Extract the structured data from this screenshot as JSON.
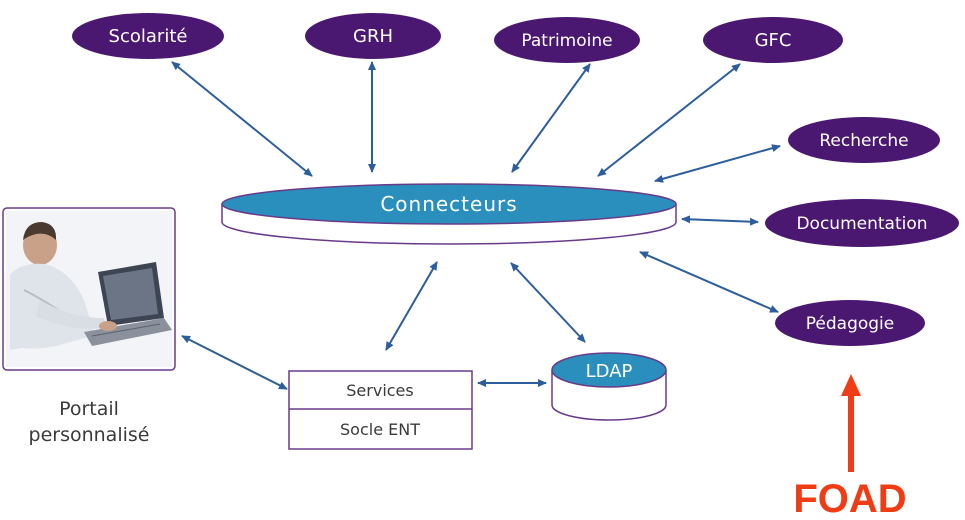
{
  "nodes": {
    "scolarite": "Scolarité",
    "grh": "GRH",
    "patrimoine": "Patrimoine",
    "gfc": "GFC",
    "recherche": "Recherche",
    "documentation": "Documentation",
    "pedagogie": "Pédagogie",
    "connecteurs": "Connecteurs",
    "ldap": "LDAP",
    "services": "Services",
    "socle": "Socle ENT",
    "portail_line1": "Portail",
    "portail_line2": "personnalisé"
  },
  "annotation": {
    "foad": "FOAD"
  },
  "colors": {
    "node_fill": "#4a1870",
    "accent_blue": "#2a8fbd",
    "arrow": "#2c5d9c",
    "outline": "#6a3a8a",
    "annotation": "#f03c14"
  }
}
